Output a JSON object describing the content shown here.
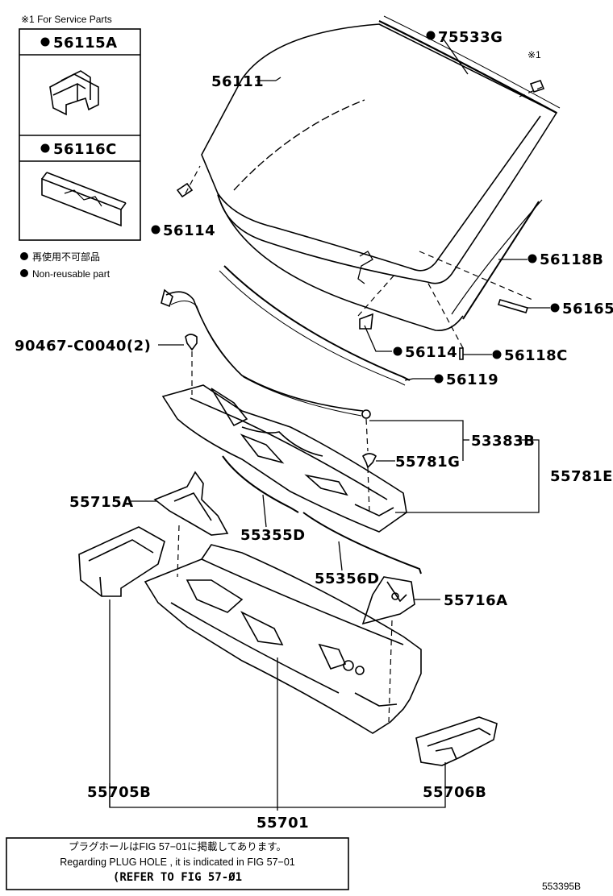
{
  "service_box": {
    "header": "※1 For Service Parts",
    "part_a": "56115A",
    "part_c": "56116C"
  },
  "legend": {
    "line_ja": "再使用不可部品",
    "line_en": "Non-reusable part"
  },
  "mark_1": "※1",
  "labels": {
    "p75533G": "75533G",
    "p56111": "56111",
    "p56114_left": "56114",
    "p56118B": "56118B",
    "p56165": "56165",
    "p56114_mid": "56114",
    "p56118C": "56118C",
    "p90467": "90467-C0040(2)",
    "p56119": "56119",
    "p53383B": "53383B",
    "p55781G": "55781G",
    "p55781E": "55781E",
    "p55715A": "55715A",
    "p55355D": "55355D",
    "p55356D": "55356D",
    "p55716A": "55716A",
    "p55705B": "55705B",
    "p55706B": "55706B",
    "p55701": "55701"
  },
  "footer_note": {
    "line1": "プラグホールはFIG 57−01に掲載してあります。",
    "line2": "Regarding  PLUG  HOLE , it is indicated in  FIG  57−01",
    "line3": "(REFER TO FIG 57-Ø1"
  },
  "figure_code": "553395B"
}
